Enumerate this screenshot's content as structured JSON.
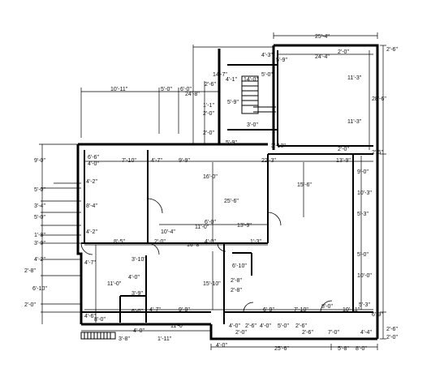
{
  "drawing": {
    "dimensions": [
      "25'-4\"",
      "24'-4\"",
      "2'-6\"",
      "2'-0\"",
      "4'-3\"",
      "5'-9\"",
      "14'-7\"",
      "5'-0\"",
      "11'-3\"",
      "28'-6\"",
      "2'-6\"",
      "24'-8\"",
      "6'-0\"",
      "4'-1\"",
      "14'-0\"",
      "10'-11\"",
      "5'-0\"",
      "1'-1\"",
      "2'-0\"",
      "2'-0\"",
      "5'-9\"",
      "3'-0\"",
      "11'-3\"",
      "2'-0\"",
      "9'-0\"",
      "6'-6\"",
      "5'-9\"",
      "3'-10\"",
      "4'-0\"",
      "7'-10\"",
      "4'-7\"",
      "9'-9\"",
      "22'-3\"",
      "13'-9\"",
      "4'-2\"",
      "16'-0\"",
      "15'-6\"",
      "9'-0\"",
      "5'-0\"",
      "3'-4\"",
      "8'-4\"",
      "25'-6\"",
      "10'-3\"",
      "5'-3\"",
      "5'-0\"",
      "6'-0\"",
      "11'-0\"",
      "13'-9\"",
      "10'-4\"",
      "1'-8\"",
      "4'-2\"",
      "3'-0\"",
      "8'-5\"",
      "2'-0\"",
      "16'-8\"",
      "4'-0\"",
      "1'-3\"",
      "4'-2\"",
      "4'-7\"",
      "3'-10\"",
      "5'-0\"",
      "2'-8\"",
      "4'-0\"",
      "6'-10\"",
      "11'-0\"",
      "15'-10\"",
      "10'-0\"",
      "3'-9\"",
      "4'-7\"",
      "9'-9\"",
      "6'-9\"",
      "7'-10\"",
      "8'-0\"",
      "10'-11\"",
      "5'-3\"",
      "6'-9\"",
      "4'-6\"",
      "8'-0\"",
      "6'-0\"",
      "11'-0\"",
      "4'-0\"",
      "2'-6\"",
      "4'-0\"",
      "5'-0\"",
      "2'-6\"",
      "7'-0\"",
      "2'-6\"",
      "4'-0\"",
      "2'-6\"",
      "1'-11\"",
      "3'-8\"",
      "2'-0\"",
      "4'-0\"",
      "25'-6\"",
      "5'-8\"",
      "8'-0\"",
      "2'-6\"",
      "2'-0\"",
      "6'-10\"",
      "2'-8\"",
      "2'-0\"",
      "2'-8\"",
      "4'-4\""
    ]
  }
}
